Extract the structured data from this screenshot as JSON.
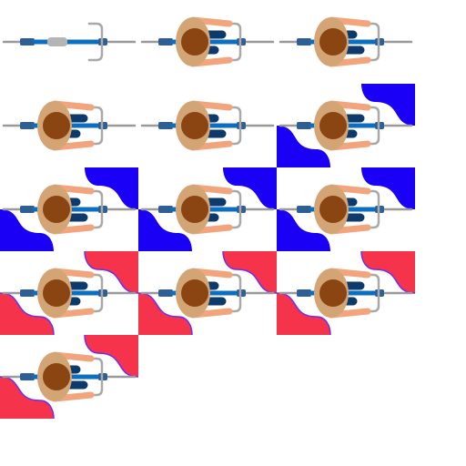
{
  "sprite_sheet": {
    "background": "#ffffff",
    "colors": {
      "blue_blob": "#1a00f5",
      "red_blob": "#f5334a",
      "red_blob_outline": "#6a2cff",
      "bike_frame": "#0b6fc1",
      "bike_frame_dark": "#2f5e94",
      "axle_gray": "#9a9a9a",
      "handlebar_gray": "#a9a9a9",
      "hair": "#8b4513",
      "shoulders": "#d4a574",
      "arms": "#f2a57c",
      "shirt": "#0d3a6b"
    },
    "frames": [
      {
        "id": 1,
        "rider": false,
        "blob": "none",
        "pedal": "none"
      },
      {
        "id": 2,
        "rider": true,
        "blob": "none",
        "pedal": "left"
      },
      {
        "id": 3,
        "rider": true,
        "blob": "none",
        "pedal": "right"
      },
      {
        "id": 4,
        "rider": true,
        "blob": "none",
        "pedal": "left"
      },
      {
        "id": 5,
        "rider": true,
        "blob": "none",
        "pedal": "right"
      },
      {
        "id": 6,
        "rider": true,
        "blob": "blue",
        "pedal": "left"
      },
      {
        "id": 7,
        "rider": true,
        "blob": "blue",
        "pedal": "right"
      },
      {
        "id": 8,
        "rider": true,
        "blob": "blue",
        "pedal": "left"
      },
      {
        "id": 9,
        "rider": true,
        "blob": "blue",
        "pedal": "right"
      },
      {
        "id": 10,
        "rider": true,
        "blob": "red",
        "pedal": "left"
      },
      {
        "id": 11,
        "rider": true,
        "blob": "red",
        "pedal": "right"
      },
      {
        "id": 12,
        "rider": true,
        "blob": "red",
        "pedal": "left"
      },
      {
        "id": 13,
        "rider": true,
        "blob": "red",
        "pedal": "right"
      }
    ]
  }
}
